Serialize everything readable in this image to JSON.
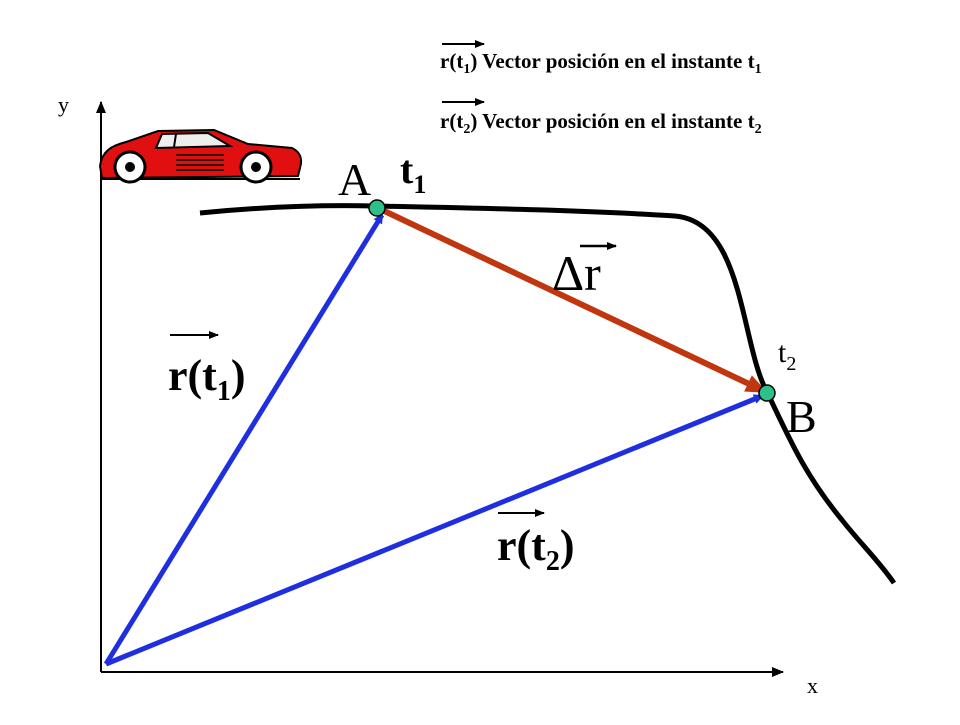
{
  "legend": {
    "line1": {
      "base": "r(t",
      "sub": "1",
      "tail": ") Vector posición en el instante t",
      "tail_sub": "1"
    },
    "line2": {
      "base": "r(t",
      "sub": "2",
      "tail": ") Vector posición en el instante t",
      "tail_sub": "2"
    }
  },
  "axes": {
    "x_label": "x",
    "y_label": "y"
  },
  "points": {
    "A": {
      "label": "A",
      "time_base": "t",
      "time_sub": "1"
    },
    "B": {
      "label": "B",
      "time_base": "t",
      "time_sub": "2"
    }
  },
  "vectors": {
    "r1": {
      "base": "r(t",
      "sub": "1",
      "close": ")"
    },
    "r2": {
      "base": "r(t",
      "sub": "2",
      "close": ")"
    },
    "delta": {
      "label": "Δr"
    }
  },
  "colors": {
    "position_vector": "#1f2fe0",
    "displacement_vector": "#c0360e",
    "trajectory": "#000000",
    "point_marker": "#2ec08a",
    "car_body": "#e01010"
  },
  "icons": {
    "car": "sports-car-icon"
  }
}
